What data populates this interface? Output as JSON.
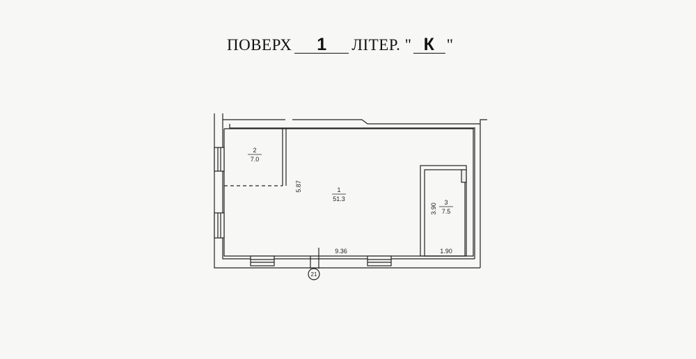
{
  "header": {
    "floor_label": "ПОВЕРХ",
    "floor_value": "1",
    "letter_label": "ЛІТЕР.",
    "quote_open": "\"",
    "letter_value": "К",
    "quote_close": "\""
  },
  "plan": {
    "rooms": [
      {
        "number": "1",
        "area": "51.3"
      },
      {
        "number": "2",
        "area": "7.0"
      },
      {
        "number": "3",
        "area": "7.5"
      }
    ],
    "dimensions": {
      "main_height": "5.87",
      "main_width": "9.36",
      "room3_height": "3.90",
      "room3_width": "1.90"
    },
    "axis_marker": "21"
  }
}
